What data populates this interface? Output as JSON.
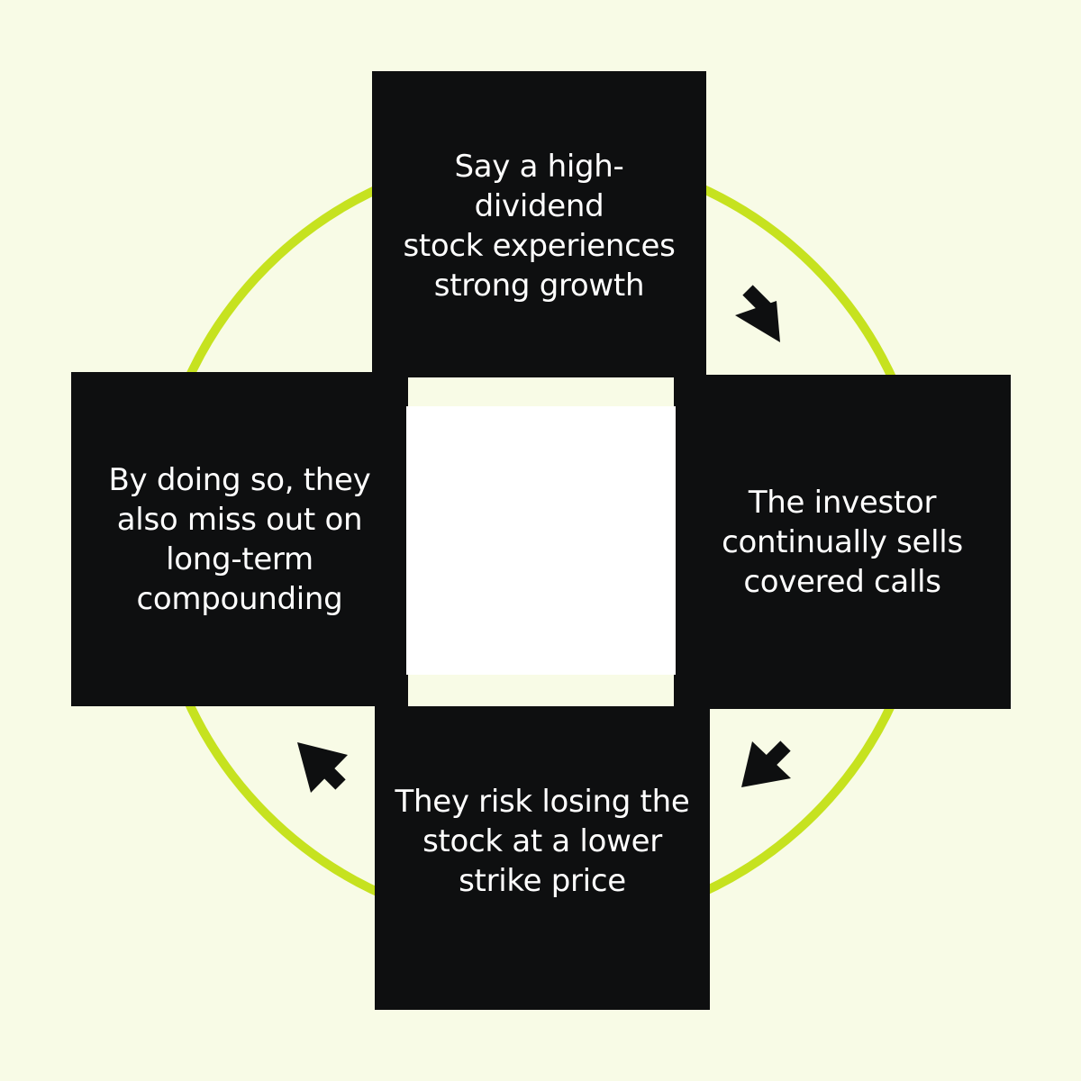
{
  "colors": {
    "background": "#f8fbe6",
    "box": "#0e0f10",
    "ring": "#c6e21f",
    "center": "#ffffff",
    "text": "#ffffff",
    "arrow": "#0e0f10"
  },
  "cycle": {
    "steps": [
      {
        "text": "Say a high-\ndividend\nstock experiences\nstrong growth"
      },
      {
        "text": "The investor\ncontinually sells\ncovered calls"
      },
      {
        "text": "They risk losing the\nstock at a lower\nstrike price"
      },
      {
        "text": "By doing so, they\nalso miss out on\nlong-term\ncompounding"
      }
    ],
    "arrow_icons": [
      "arrow-down-right-icon",
      "arrow-down-left-icon",
      "arrow-up-left-icon"
    ]
  }
}
